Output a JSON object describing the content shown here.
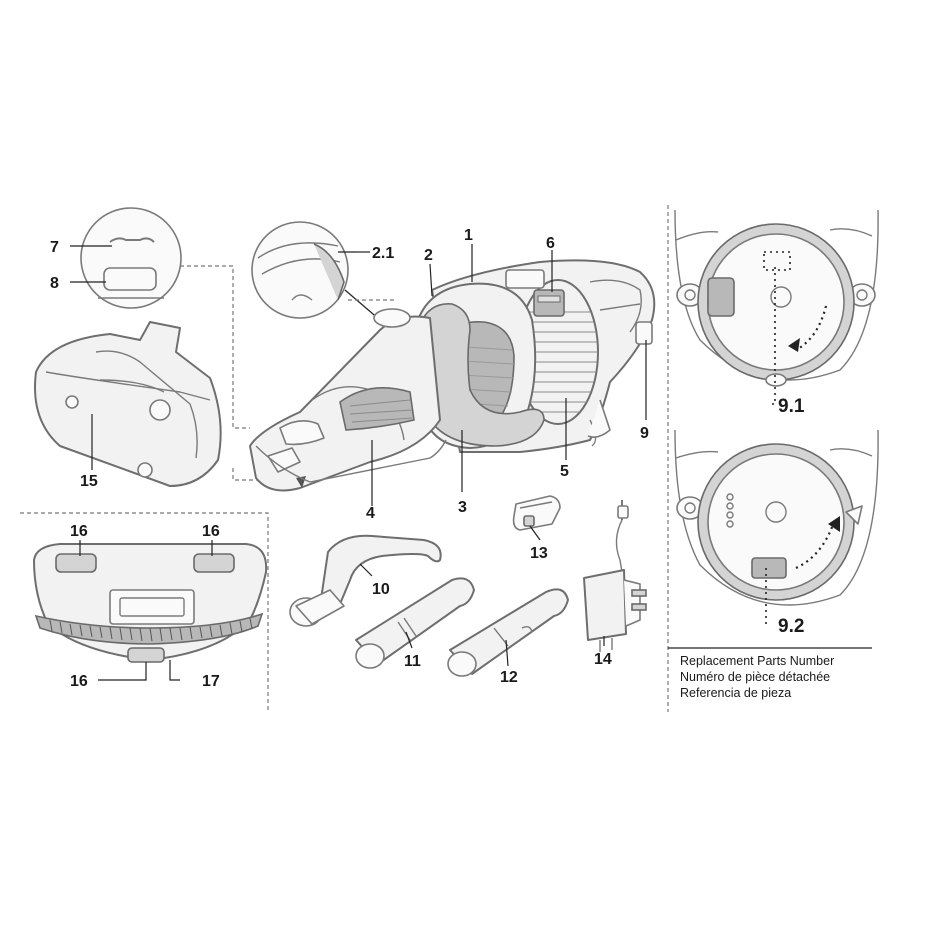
{
  "callouts": {
    "c1": "1",
    "c2": "2",
    "c2_1": "2.1",
    "c3": "3",
    "c4": "4",
    "c5": "5",
    "c6": "6",
    "c7": "7",
    "c8": "8",
    "c9": "9",
    "c9_1": "9.1",
    "c9_2": "9.2",
    "c10": "10",
    "c11": "11",
    "c12": "12",
    "c13": "13",
    "c14": "14",
    "c15": "15",
    "c16a": "16",
    "c16b": "16",
    "c16c": "16",
    "c17": "17"
  },
  "legend": {
    "line1": "Replacement Parts Number",
    "line2": "Numéro de pièce détachée",
    "line3": "Referencia de pieza"
  }
}
